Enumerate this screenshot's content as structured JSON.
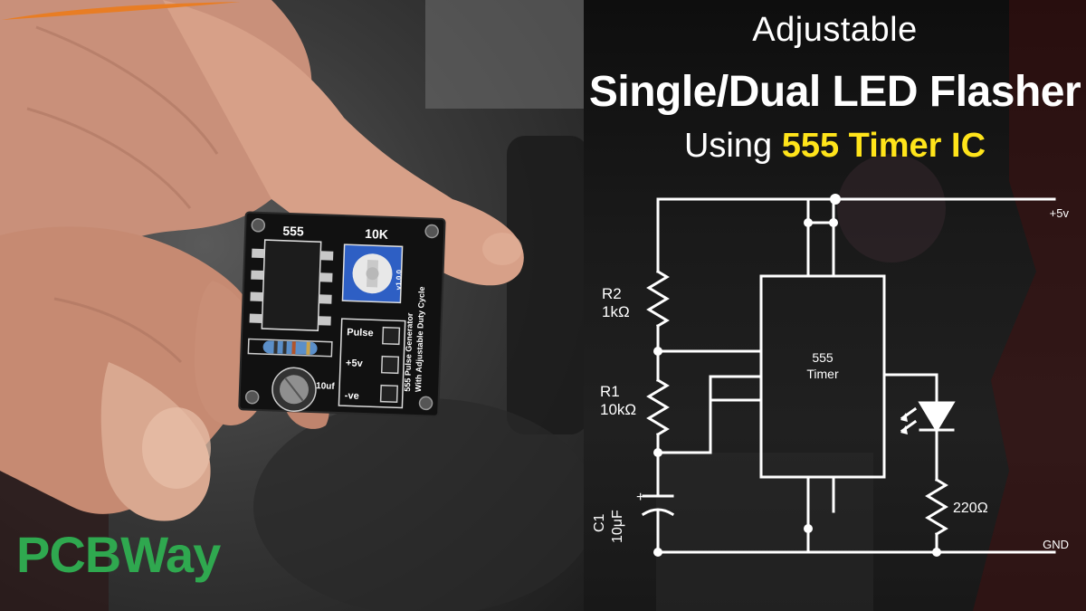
{
  "title": {
    "line1": "Adjustable",
    "line2": "Single/Dual LED Flasher",
    "line3_prefix": "Using ",
    "line3_highlight": "555 Timer IC"
  },
  "schematic": {
    "vcc_label": "+5v",
    "gnd_label": "GND",
    "r2_name": "R2",
    "r2_value": "1kΩ",
    "r1_name": "R1",
    "r1_value": "10kΩ",
    "c1_name": "C1",
    "c1_value": "10μF",
    "c1_polarity": "+",
    "ic_line1": "555",
    "ic_line2": "Timer",
    "led_resistor_value": "220Ω"
  },
  "pcb": {
    "ic_label": "555",
    "pot_label": "10K",
    "version": "v1.0.0",
    "board_title_line1": "555 Pulse Generator",
    "board_title_line2": "With Adjustable Duty Cycle",
    "pin_pulse": "Pulse",
    "pin_vcc": "+5v",
    "pin_gnd": "-ve",
    "cap_label": "10uf"
  },
  "brand": {
    "logo_text": "PCBWay",
    "logo_color": "#2fa84f",
    "accent_color": "#ffe41a",
    "swoosh_color": "#e87d24"
  }
}
